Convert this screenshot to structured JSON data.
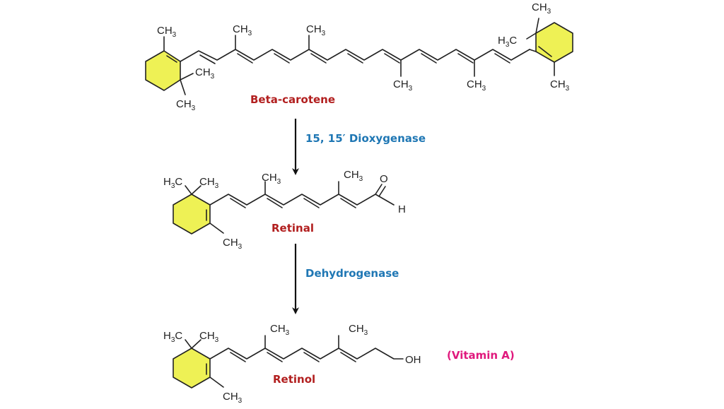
{
  "colors": {
    "ring_fill": "#eef155",
    "compound_name": "#b21f1f",
    "enzyme_name": "#1f77b4",
    "vitamin_label": "#e0197d",
    "bond": "#222222"
  },
  "atoms": {
    "c_label": "CH",
    "h3": "3",
    "h3c_c": "H",
    "h3c_h": "3",
    "h3c_tail": "C",
    "oxygen": "O",
    "hydrogen": "H",
    "hydroxyl": "OH"
  },
  "compounds": {
    "beta_carotene": {
      "name": "Beta-carotene"
    },
    "retinal": {
      "name": "Retinal"
    },
    "retinol": {
      "name": "Retinol",
      "note": "(Vitamin A)"
    }
  },
  "enzymes": {
    "step1": "15, 15′ Dioxygenase",
    "step2": "Dehydrogenase"
  }
}
